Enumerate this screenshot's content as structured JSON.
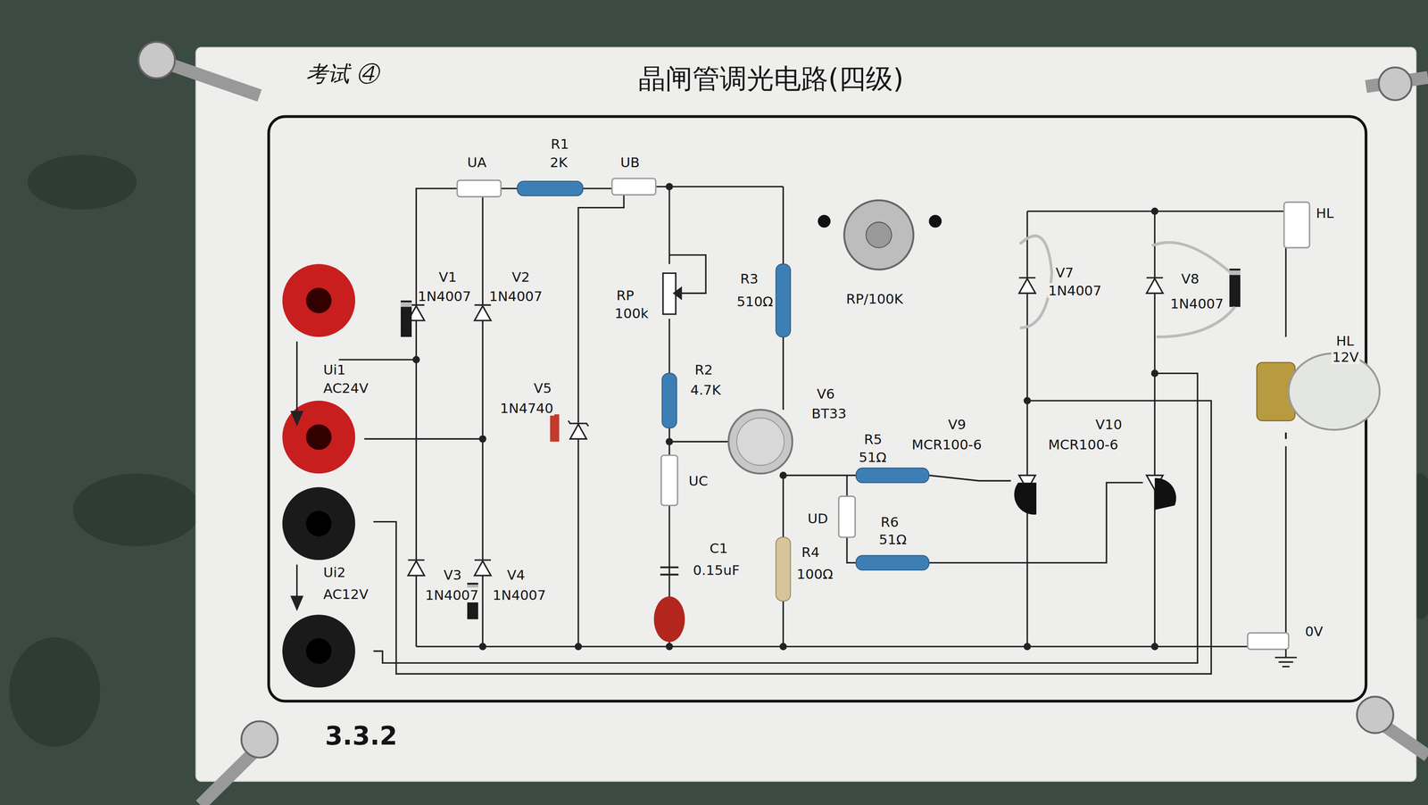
{
  "diagram": {
    "title": "晶闸管调光电路(四级)",
    "labels": [
      "考试 ④",
      "UA",
      "R1",
      "2K",
      "UB",
      "V1",
      "1N4007",
      "V2",
      "1N4007",
      "Ui1",
      "AC24V",
      "RP",
      "100k",
      "R3",
      "510Ω",
      "RP/100K",
      "V7",
      "1N4007",
      "V8",
      "1N4007",
      "HL",
      "HL",
      "12V",
      "V5",
      "1N4740",
      "R2",
      "4.7K",
      "V6",
      "BT33",
      "UC",
      "C1",
      "0.15uF",
      "R5",
      "51Ω",
      "V9",
      "MCR100-6",
      "V10",
      "MCR100-6",
      "UD",
      "R6",
      "51Ω",
      "R4",
      "100Ω",
      "V3",
      "1N4007",
      "V4",
      "1N4007",
      "Ui2",
      "AC12V",
      "0V",
      "3.3.2"
    ]
  }
}
